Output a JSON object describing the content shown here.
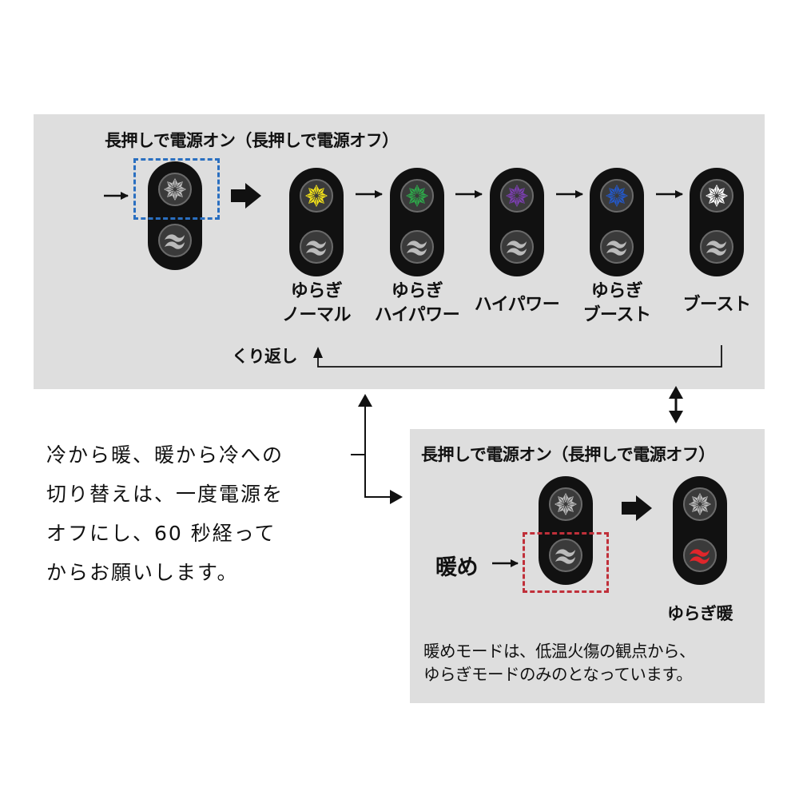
{
  "cool_panel": {
    "title": "長押しで電源オン（長押しで電源オフ）",
    "modes": [
      {
        "line1": "ゆらぎ",
        "line2": "ノーマル",
        "color": "#f3e21a"
      },
      {
        "line1": "ゆらぎ",
        "line2": "ハイパワー",
        "color": "#2ea84a"
      },
      {
        "line1": "ハイパワー",
        "line2": "",
        "color": "#7b3fb0"
      },
      {
        "line1": "ゆらぎ",
        "line2": "ブースト",
        "color": "#2458c8"
      },
      {
        "line1": "ブースト",
        "line2": "",
        "color": "#ffffff"
      }
    ],
    "repeat_label": "くり返し"
  },
  "note_lines": [
    "冷から暖、暖から冷への",
    "切り替えは、一度電源を",
    "オフにし、60 秒経って",
    "からお願いします。"
  ],
  "warm_panel": {
    "title": "長押しで電源オン（長押しで電源オフ）",
    "warm_button_label": "暖め",
    "mode_label": "ゆらぎ暖",
    "note_line1": "暖めモードは、低温火傷の観点から、",
    "note_line2": "ゆらぎモードのみのとなっています。"
  },
  "colors": {
    "panel_bg": "#dedede",
    "remote_body": "#111111",
    "cool_highlight": "#2a6fc0",
    "warm_highlight": "#c0303a",
    "warm_icon": "#e0262b",
    "idle_icon": "#bbbbbb"
  }
}
